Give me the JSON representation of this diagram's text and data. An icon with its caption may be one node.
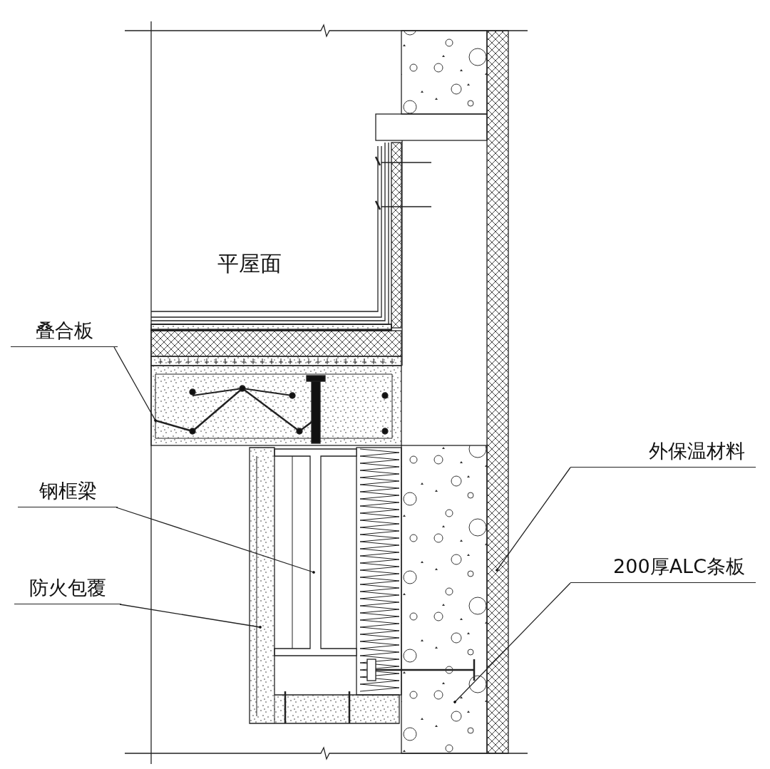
{
  "diagram": {
    "nodes": [
      {
        "text": [
          "叠合板"
        ]
      },
      {
        "text": [],
        "shape": "box"
      },
      {
        "text": [
          "外保温材料"
        ]
      },
      {
        "text": [],
        "shape": "box"
      },
      {
        "text": [
          "钢框梁"
        ]
      },
      {
        "text": [],
        "shape": "box"
      },
      {
        "text": [
          "200厚ALC条板"
        ]
      },
      {
        "text": [],
        "shape": "box"
      },
      {
        "text": [
          "防火包覆"
        ]
      },
      {
        "text": [],
        "shape": "box"
      }
    ],
    "edges": [
      {
        "from": 0,
        "to": 1,
        "arrow": "other"
      },
      {
        "from": 2,
        "to": 3,
        "arrow": "other"
      },
      {
        "from": 4,
        "to": 5,
        "arrow": "other"
      },
      {
        "from": 6,
        "to": 7,
        "arrow": "other"
      },
      {
        "from": 8,
        "to": 9,
        "arrow": "other"
      }
    ],
    "labels": [
      "平屋面"
    ]
  }
}
